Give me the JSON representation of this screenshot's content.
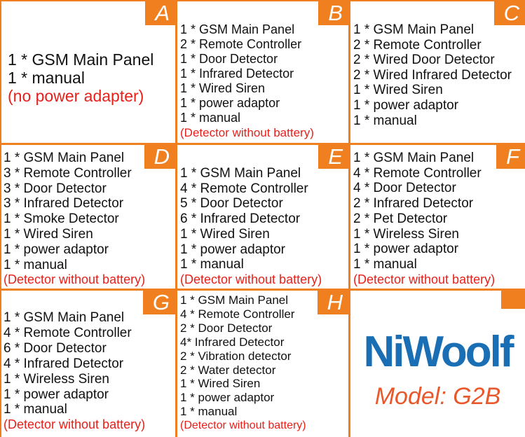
{
  "cells": {
    "A": {
      "letter": "A",
      "items": [
        "1 * GSM Main Panel",
        "1 * manual"
      ],
      "note": "(no power adapter)"
    },
    "B": {
      "letter": "B",
      "items": [
        "1 * GSM Main Panel",
        "2 * Remote Controller",
        "1 * Door Detector",
        "1 * Infrared Detector",
        "1 * Wired Siren",
        "1 * power adaptor",
        "1 * manual"
      ],
      "note": "(Detector without battery)"
    },
    "C": {
      "letter": "C",
      "items": [
        "1 * GSM Main Panel",
        "2 * Remote Controller",
        "2 * Wired Door Detector",
        "2 * Wired Infrared Detector",
        "1 * Wired Siren",
        "1 * power adaptor",
        "1 * manual"
      ],
      "note": ""
    },
    "D": {
      "letter": "D",
      "items": [
        "1 * GSM Main Panel",
        "3 * Remote Controller",
        "3 * Door Detector",
        "3 * Infrared Detector",
        "1 * Smoke Detector",
        "1 * Wired Siren",
        "1 * power adaptor",
        "1 * manual"
      ],
      "note": "(Detector without battery)"
    },
    "E": {
      "letter": "E",
      "items": [
        "1 * GSM Main Panel",
        "4 * Remote Controller",
        "5 * Door Detector",
        "6 * Infrared Detector",
        "1 * Wired Siren",
        "1 * power adaptor",
        "1 * manual"
      ],
      "note": "(Detector without battery)"
    },
    "F": {
      "letter": "F",
      "items": [
        "1 * GSM Main Panel",
        "4 * Remote Controller",
        "4 * Door Detector",
        "2 * Infrared Detector",
        "2 * Pet Detector",
        "1 * Wireless Siren",
        "1 * power adaptor",
        "1 * manual"
      ],
      "note": "(Detector without battery)"
    },
    "G": {
      "letter": "G",
      "items": [
        "1 * GSM Main Panel",
        "4 * Remote Controller",
        "6 * Door Detector",
        "4 * Infrared Detector",
        "1 * Wireless Siren",
        "1 * power adaptor",
        "1 * manual"
      ],
      "note": "(Detector without battery)"
    },
    "H": {
      "letter": "H",
      "items": [
        "1 * GSM Main Panel",
        "4 * Remote Controller",
        "2 * Door Detector",
        "4* Infrared Detector",
        "2 * Vibration detector",
        "2 * Water detector",
        "1 * Wired Siren",
        "1 * power adaptor",
        "1 * manual"
      ],
      "note": "(Detector without battery)"
    }
  },
  "brand": {
    "name": "NiWoolf",
    "model": "Model: G2B"
  },
  "colors": {
    "accent": "#f07f1f",
    "note": "#e8201a",
    "brand_blue": "#1a6fb4",
    "model_orange": "#e8582a"
  }
}
